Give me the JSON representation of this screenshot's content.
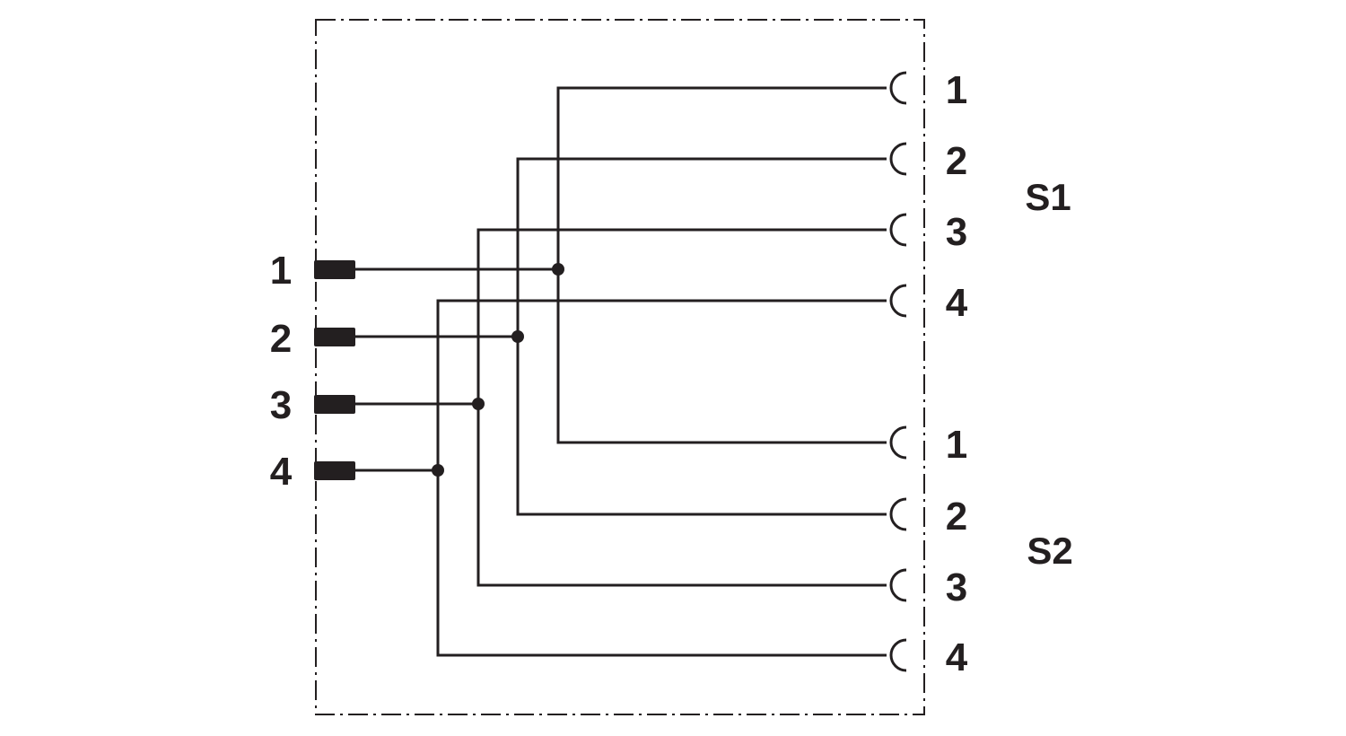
{
  "input_pins": [
    "1",
    "2",
    "3",
    "4"
  ],
  "groups": [
    {
      "name": "S1",
      "pins": [
        "1",
        "2",
        "3",
        "4"
      ]
    },
    {
      "name": "S2",
      "pins": [
        "1",
        "2",
        "3",
        "4"
      ]
    }
  ],
  "colors": {
    "line": "#231f20",
    "background": "#ffffff"
  }
}
